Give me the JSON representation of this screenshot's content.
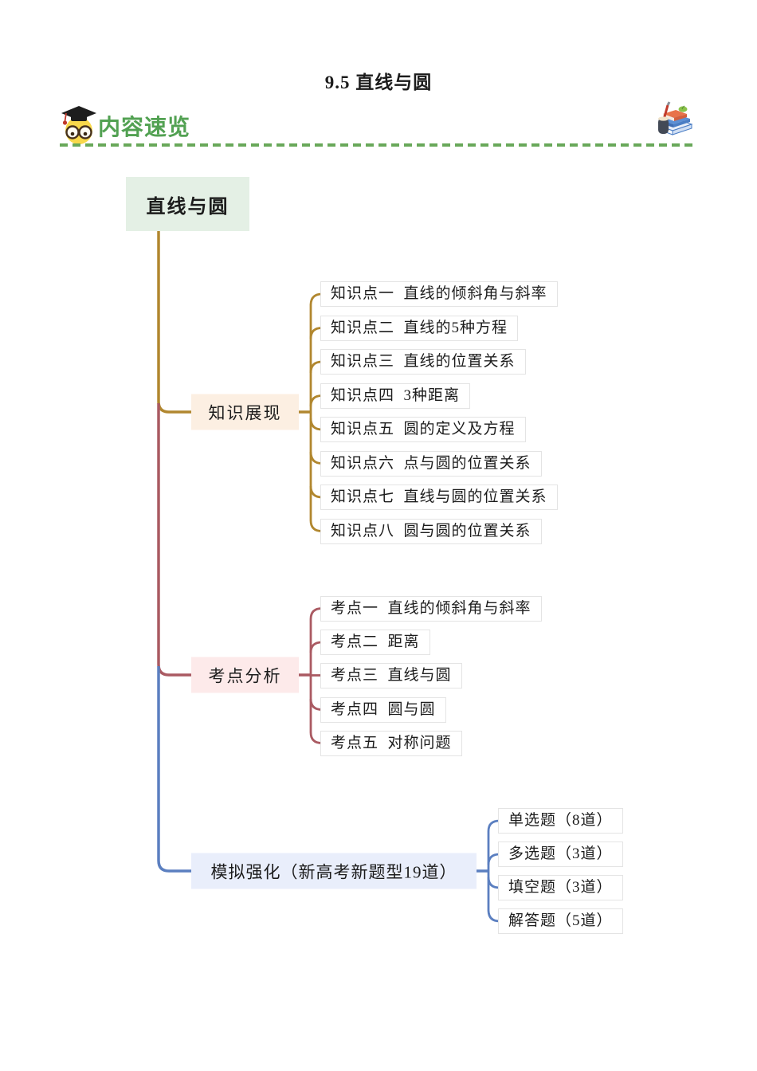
{
  "page": {
    "title": "9.5 直线与圆"
  },
  "header": {
    "label": "内容速览",
    "accent_green": "#52a152",
    "dash_green": "#69a85a",
    "owl_icon": "owl-graduate-icon",
    "books_icon": "books-stack-icon"
  },
  "mindmap": {
    "root": {
      "label": "直线与圆",
      "bg": "#e4f0e5"
    },
    "branches": [
      {
        "label": "知识展现",
        "line_color": "#b1872f",
        "bg": "#fcefe2",
        "children": [
          "知识点一  直线的倾斜角与斜率",
          "知识点二  直线的5种方程",
          "知识点三  直线的位置关系",
          "知识点四  3种距离",
          "知识点五  圆的定义及方程",
          "知识点六  点与圆的位置关系",
          "知识点七  直线与圆的位置关系",
          "知识点八  圆与圆的位置关系"
        ]
      },
      {
        "label": "考点分析",
        "line_color": "#aa5a62",
        "bg": "#fdeaea",
        "children": [
          "考点一  直线的倾斜角与斜率",
          "考点二  距离",
          "考点三  直线与圆",
          "考点四  圆与圆",
          "考点五  对称问题"
        ]
      },
      {
        "label": "模拟强化（新高考新题型19道）",
        "line_color": "#5b7fc0",
        "bg": "#e9eefb",
        "children": [
          "单选题（8道）",
          "多选题（3道）",
          "填空题（3道）",
          "解答题（5道）"
        ]
      }
    ]
  }
}
